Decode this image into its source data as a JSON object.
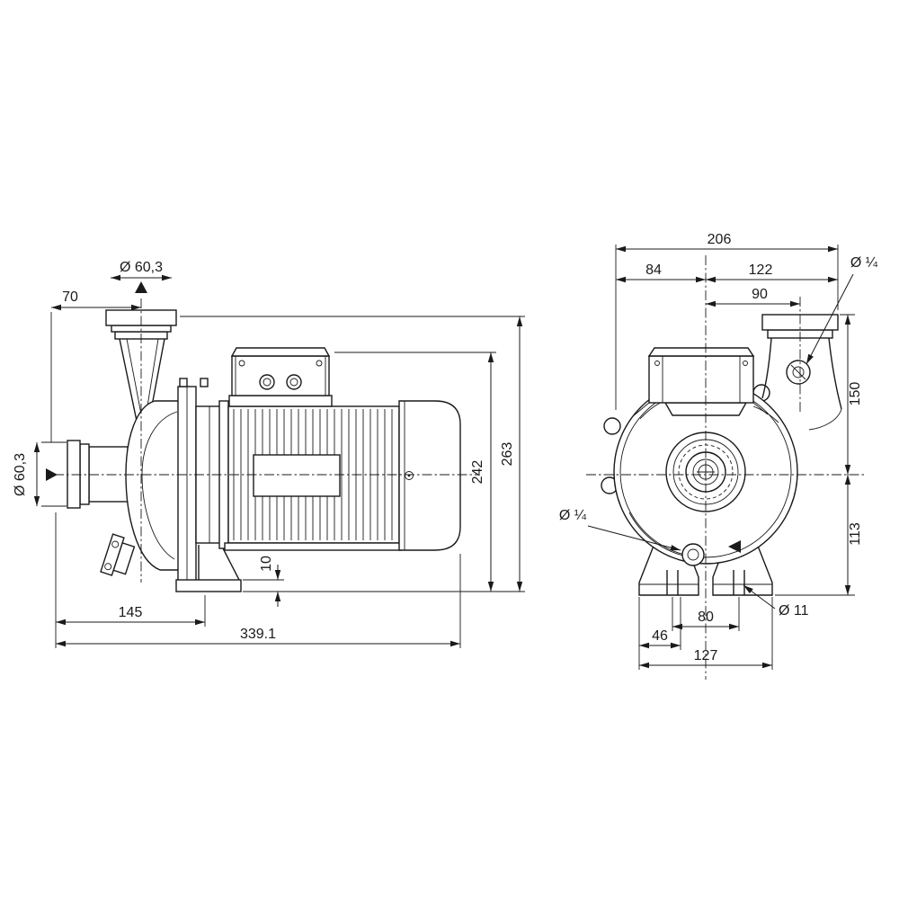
{
  "page": {
    "background": "#ffffff",
    "line_color": "#1a1a1a",
    "description": "Pump dimensional drawing, side view and front view"
  },
  "icons": {
    "flow_direction_top": "filled-triangle-up",
    "flow_direction_left": "filled-triangle-right",
    "drain_marker": "filled-triangle-left"
  },
  "side_view": {
    "dims": {
      "d70": "70",
      "dia_top": "Ø 60,3",
      "dia_left": "Ø 60,3",
      "d145": "145",
      "d339_1": "339.1",
      "d10": "10",
      "d242": "242",
      "d263": "263"
    }
  },
  "front_view": {
    "dims": {
      "d206": "206",
      "d84": "84",
      "d122": "122",
      "d90": "90",
      "plug_top": "Ø ¼",
      "d150": "150",
      "d113": "113",
      "plug_drain": "Ø ¼",
      "d80": "80",
      "dia_hole": "Ø 11",
      "d46": "46",
      "d127": "127"
    }
  }
}
